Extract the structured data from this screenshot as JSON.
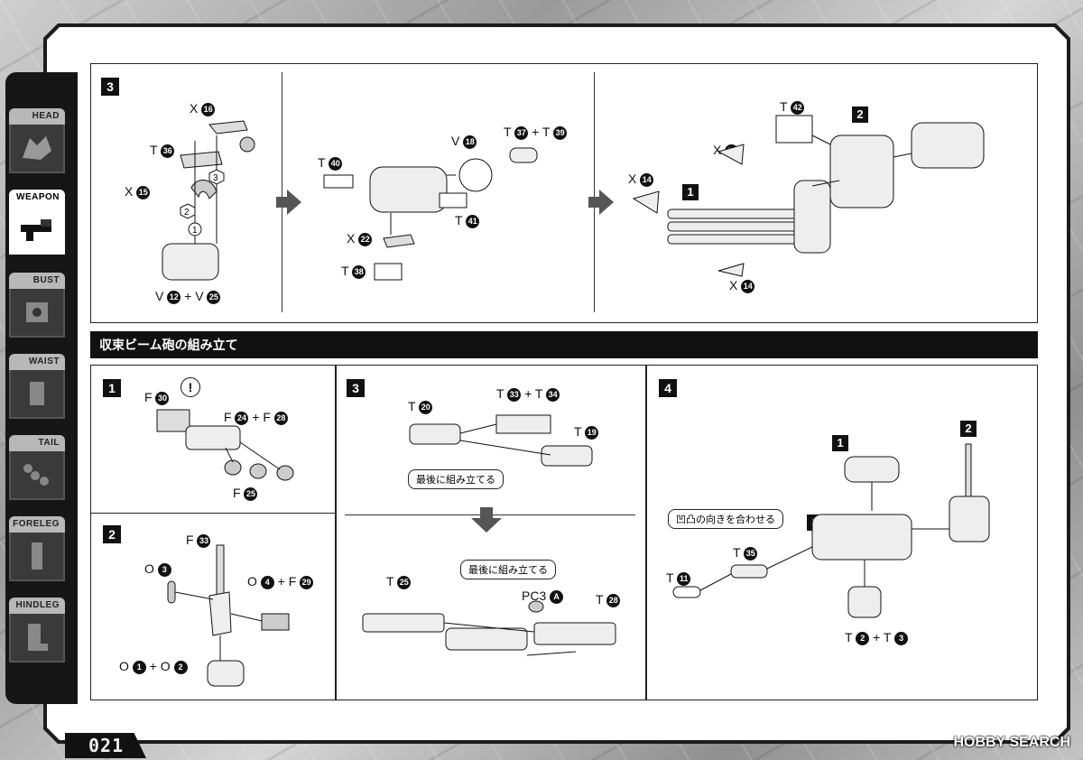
{
  "page_number": "021",
  "watermark": "HOBBY SEARCH",
  "sidebar": {
    "tabs": [
      {
        "label": "HEAD"
      },
      {
        "label": "WEAPON",
        "active": true
      },
      {
        "label": "BUST"
      },
      {
        "label": "WAIST"
      },
      {
        "label": "TAIL"
      },
      {
        "label": "FORELEG"
      },
      {
        "label": "HINDLEG"
      }
    ]
  },
  "top_section": {
    "step": "3",
    "panel1": {
      "labels": [
        "X",
        "T",
        "X",
        "V",
        "+ V"
      ],
      "parts": [
        "16",
        "36",
        "15",
        "12",
        "25"
      ],
      "order_marks": [
        "1",
        "2",
        "3"
      ]
    },
    "panel2": {
      "labels": [
        "V",
        "T",
        "+ T",
        "T",
        "T",
        "X",
        "T"
      ],
      "parts": [
        "18",
        "37",
        "39",
        "40",
        "41",
        "22",
        "38"
      ]
    },
    "panel3": {
      "labels": [
        "T",
        "X",
        "X",
        "X"
      ],
      "parts": [
        "42",
        "14",
        "14",
        "14"
      ],
      "subassemblies": [
        "1",
        "2"
      ]
    }
  },
  "section_title": "収束ビーム砲の組み立て",
  "steps": {
    "s1": {
      "num": "1",
      "labels": [
        "F",
        "F",
        "+ F",
        "F"
      ],
      "parts": [
        "30",
        "24",
        "28",
        "25"
      ],
      "caution": "!"
    },
    "s2": {
      "num": "2",
      "labels": [
        "F",
        "O",
        "O",
        "+ F",
        "O",
        "+ O"
      ],
      "parts": [
        "33",
        "3",
        "4",
        "29",
        "1",
        "2"
      ]
    },
    "s3": {
      "num": "3",
      "labels": [
        "T",
        "T",
        "+ T",
        "T",
        "T",
        "PC3",
        "T"
      ],
      "parts": [
        "20",
        "33",
        "34",
        "19",
        "25",
        "A",
        "28"
      ],
      "note1": "最後に組み立てる",
      "note2": "最後に組み立てる"
    },
    "s4": {
      "num": "4",
      "labels": [
        "T",
        "T",
        "T",
        "+ T"
      ],
      "parts": [
        "11",
        "35",
        "2",
        "3"
      ],
      "sub": [
        "1",
        "2",
        "3"
      ],
      "note": "凹凸の向きを合わせる"
    }
  }
}
